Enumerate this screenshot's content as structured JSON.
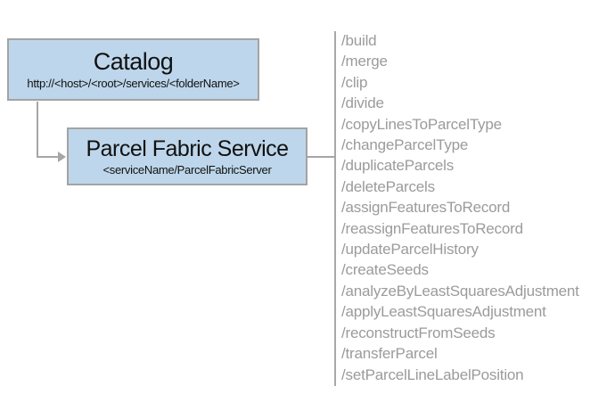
{
  "diagram": {
    "catalog_box": {
      "title": "Catalog",
      "subtitle": "http://<host>/<root>/services/<folderName>"
    },
    "service_box": {
      "title": "Parcel Fabric Service",
      "subtitle": "<serviceName/ParcelFabricServer"
    }
  },
  "endpoints": [
    "/build",
    "/merge",
    "/clip",
    "/divide",
    "/copyLinesToParcelType",
    "/changeParcelType",
    "/duplicateParcels",
    "/deleteParcels",
    "/assignFeaturesToRecord",
    "/reassignFeaturesToRecord",
    "/updateParcelHistory",
    "/createSeeds",
    "/analyzeByLeastSquaresAdjustment",
    "/applyLeastSquaresAdjustment",
    "/reconstructFromSeeds",
    "/transferParcel",
    "/setParcelLineLabelPosition"
  ],
  "colors": {
    "box_fill": "#bdd6eb",
    "box_border": "#a3a3a3",
    "connector_gray": "#a6a6a6",
    "endpoint_text_gray": "#9b9b9b",
    "title_text": "#111111"
  }
}
